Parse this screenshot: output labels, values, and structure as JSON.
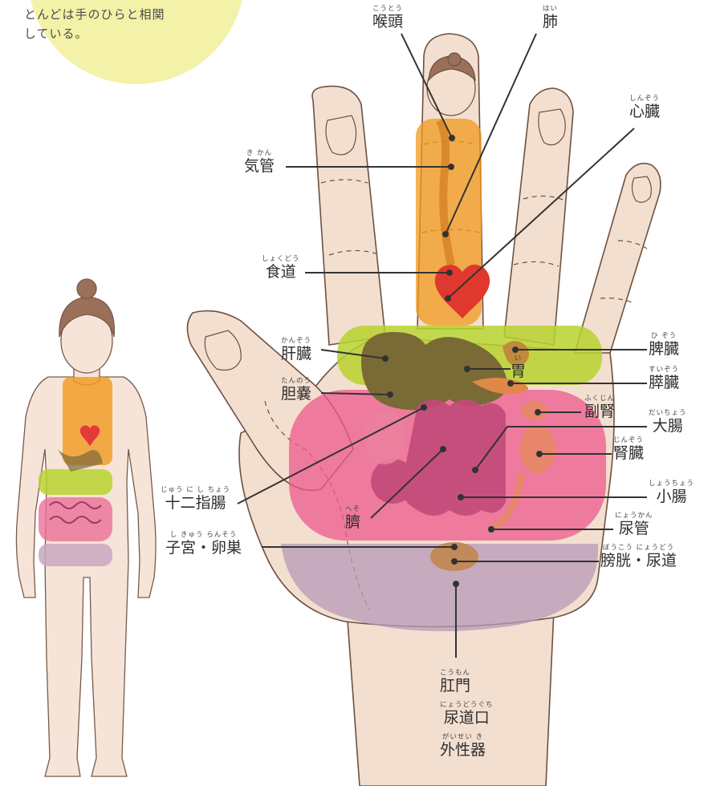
{
  "intro": {
    "line1": "とんどは手のひらと相関",
    "line2": "している。"
  },
  "labels": {
    "koutou": {
      "ruby": "こうとう",
      "name": "喉頭"
    },
    "hai": {
      "ruby": "はい",
      "name": "肺"
    },
    "shinzou": {
      "ruby": "しんぞう",
      "name": "心臓"
    },
    "kikan": {
      "ruby": "き かん",
      "name": "気管"
    },
    "shokudou": {
      "ruby": "しょくどう",
      "name": "食道"
    },
    "kanzou": {
      "ruby": "かんぞう",
      "name": "肝臓"
    },
    "tannou": {
      "ruby": "たんのう",
      "name": "胆嚢"
    },
    "i": {
      "ruby": "い",
      "name": "胃"
    },
    "hizou": {
      "ruby": "ひ ぞう",
      "name": "脾臓"
    },
    "suizou": {
      "ruby": "すいぞう",
      "name": "膵臓"
    },
    "fukujin": {
      "ruby": "ふくじん",
      "name": "副腎"
    },
    "daichou": {
      "ruby": "だいちょう",
      "name": "大腸"
    },
    "jinzou": {
      "ruby": "じんぞう",
      "name": "腎臓"
    },
    "juunishi": {
      "ruby": "じゅう に  し ちょう",
      "name": "十二指腸"
    },
    "shouchou": {
      "ruby": "しょうちょう",
      "name": "小腸"
    },
    "heso": {
      "ruby": "へそ",
      "name": "臍"
    },
    "nyoukan": {
      "ruby": "にょうかん",
      "name": "尿管"
    },
    "shikyuu": {
      "ruby": "し きゅう    らんそう",
      "name": "子宮・卵巣"
    },
    "boukou": {
      "ruby": "ぼうこう      にょうどう",
      "name": "膀胱・尿道"
    },
    "koumon": {
      "ruby": "こうもん",
      "name": "肛門"
    },
    "nyoudouguchi": {
      "ruby": "にょうどうぐち",
      "name": "尿道口"
    },
    "gaisei": {
      "ruby": "がいせい き",
      "name": "外性器"
    }
  }
}
